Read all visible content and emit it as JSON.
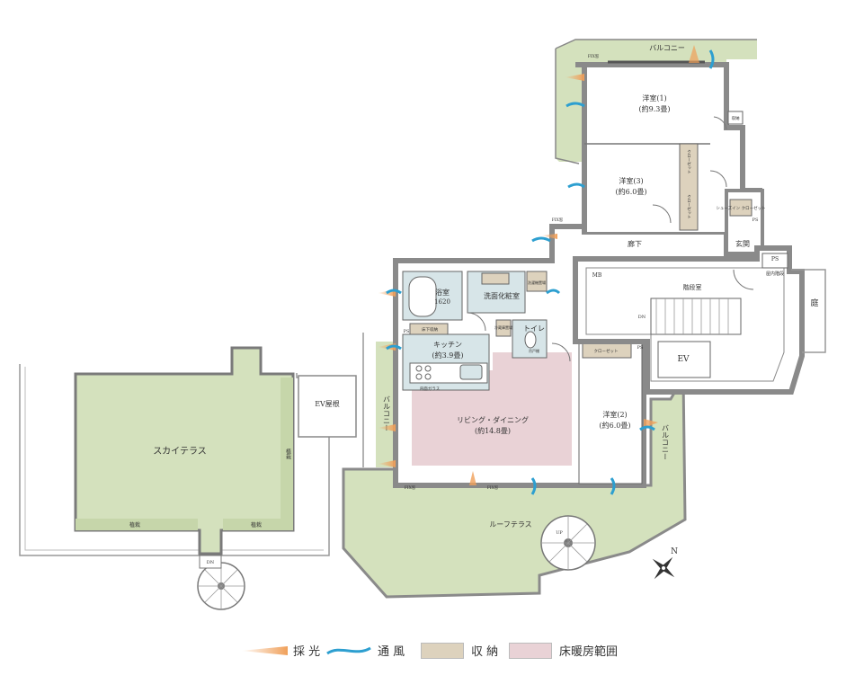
{
  "rooms": {
    "western1": {
      "name": "洋室(1)",
      "size": "(約9.3畳)"
    },
    "western3": {
      "name": "洋室(3)",
      "size": "(約6.0畳)"
    },
    "western2": {
      "name": "洋室(2)",
      "size": "(約6.0畳)"
    },
    "bath": {
      "name": "浴室",
      "size": "1620"
    },
    "washroom": {
      "name": "洗面化粧室"
    },
    "kitchen": {
      "name": "キッチン",
      "size": "(約3.9畳)"
    },
    "toilet": {
      "name": "トイレ"
    },
    "living": {
      "name": "リビング・ダイニング",
      "size": "(約14.8畳)"
    },
    "hall": {
      "name": "廊下"
    },
    "entrance": {
      "name": "玄関"
    },
    "stair_room": {
      "name": "階段室"
    },
    "ev": {
      "name": "EV"
    },
    "ev_roof": {
      "name": "EV屋根"
    },
    "garden": {
      "name": "庭"
    }
  },
  "outdoor": {
    "balcony_top": "バルコニー",
    "balcony_left": "バルコニー",
    "balcony_right": "バルコニー",
    "roof_terrace": "ルーフテラス",
    "sky_terrace": "スカイテラス",
    "planting_right": "植栽",
    "planting_bottom_left": "植栽",
    "planting_bottom_right": "植栽"
  },
  "small_labels": {
    "closet1": "クローゼット",
    "closet2": "クローゼット",
    "closet3": "クローゼット",
    "shoes_closet": "シューズイン\nクローゼット",
    "storage": "収納",
    "ps1": "PS",
    "ps2": "PS",
    "ps3": "PS",
    "ps4": "PS",
    "mb": "MB",
    "fix1": "FIX窓",
    "fix2": "FIX窓",
    "fix3": "FIX窓",
    "fix4": "FIX窓",
    "sink_glass": "背面ガラス",
    "floor_storage": "床下収納",
    "indoor_stairs": "屋内階段",
    "dn1": "DN",
    "dn2": "DN",
    "up": "UP",
    "compass_n": "N",
    "washer": "洗濯機置場",
    "fridge": "冷蔵庫置場",
    "toilet_shelf": "吊戸棚"
  },
  "legend": {
    "light": "採 光",
    "wind": "通 風",
    "storage": "収 納",
    "floor_heating": "床暖房範囲"
  },
  "colors": {
    "green": "#d4e1bd",
    "pink": "#e9d2d6",
    "storage": "#ddd2bd",
    "wall": "#8a8a8a",
    "water": "#d7e5e8",
    "light_arrow": "#f0a05a",
    "wind_arrow": "#2d9fd0"
  }
}
